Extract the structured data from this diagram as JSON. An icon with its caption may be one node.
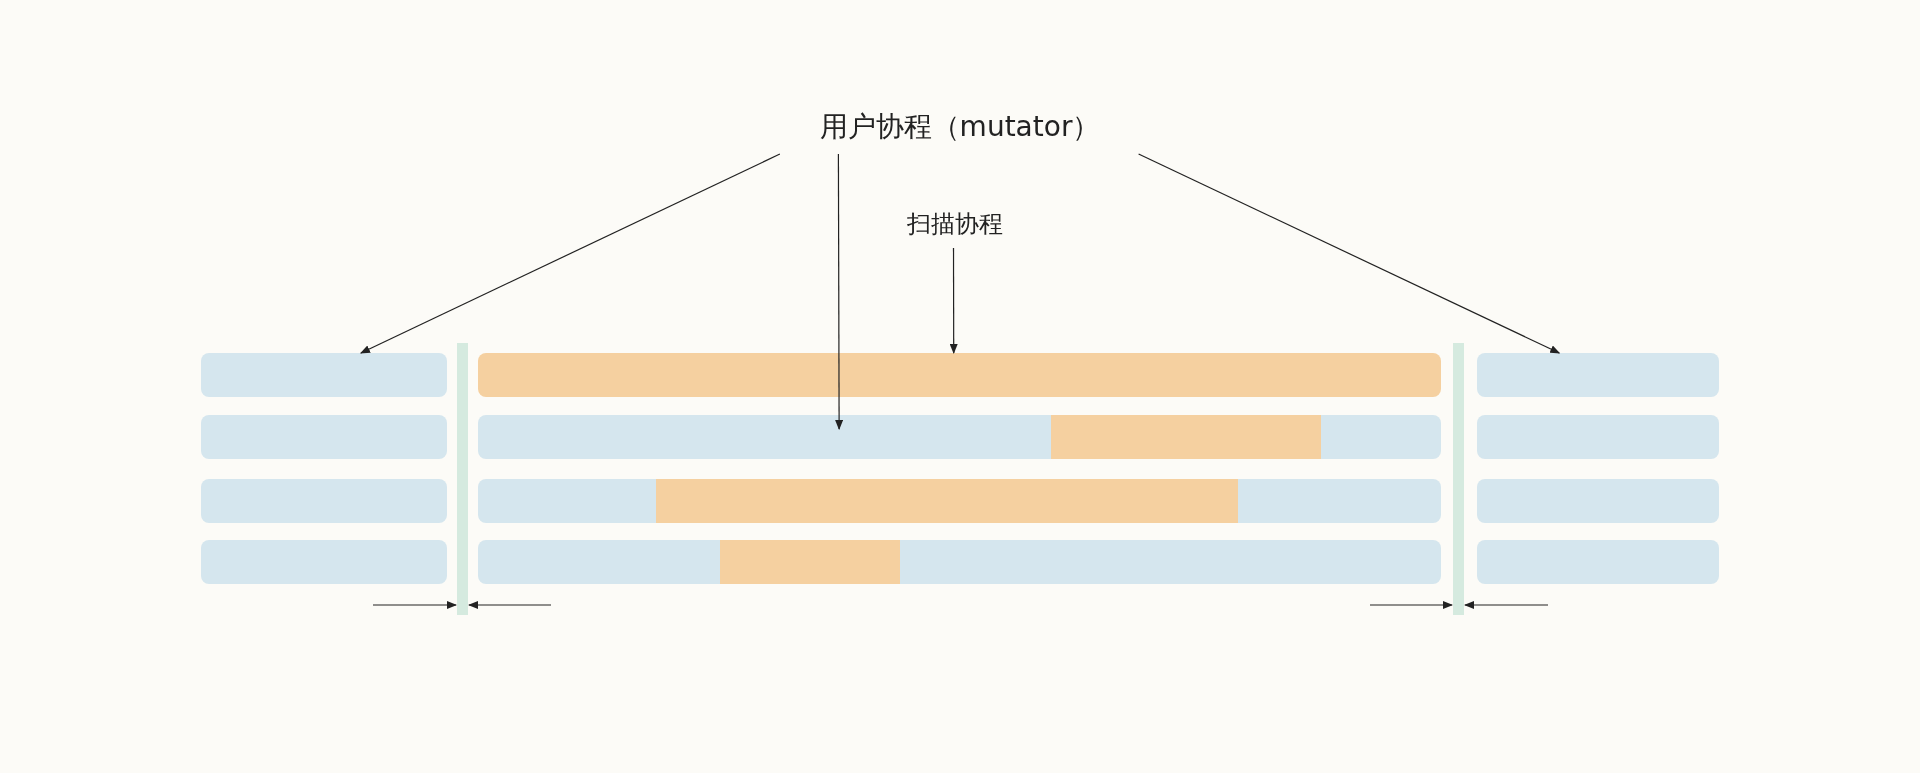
{
  "diagram": {
    "nodes": [
      {
        "text": [
          "用户协程（mutator）"
        ]
      },
      {
        "text": [
          "扫描协程"
        ]
      },
      {
        "text": [],
        "shape": "bar"
      },
      {
        "text": [],
        "shape": "bar"
      },
      {
        "text": [],
        "shape": "bar"
      },
      {
        "text": [],
        "shape": "bar"
      },
      {
        "text": [],
        "shape": "bar"
      },
      {
        "text": [],
        "shape": "bar"
      },
      {
        "text": [],
        "shape": "bar"
      },
      {
        "text": [],
        "shape": "bar",
        "in": 8
      },
      {
        "text": [],
        "shape": "bar"
      },
      {
        "text": [],
        "shape": "bar"
      },
      {
        "text": [],
        "shape": "bar"
      },
      {
        "text": [],
        "shape": "bar",
        "in": 12
      },
      {
        "text": [],
        "shape": "bar"
      },
      {
        "text": [],
        "shape": "bar"
      },
      {
        "text": [],
        "shape": "bar"
      },
      {
        "text": [],
        "shape": "bar",
        "in": 16
      },
      {
        "text": [],
        "shape": "bar"
      }
    ],
    "edges": [
      {
        "from": 0,
        "to": 2,
        "arrow": "to"
      },
      {
        "from": 0,
        "to": 8,
        "arrow": "to"
      },
      {
        "from": 0,
        "to": 6,
        "arrow": "to"
      },
      {
        "from": 1,
        "to": 4,
        "arrow": "to"
      }
    ]
  }
}
